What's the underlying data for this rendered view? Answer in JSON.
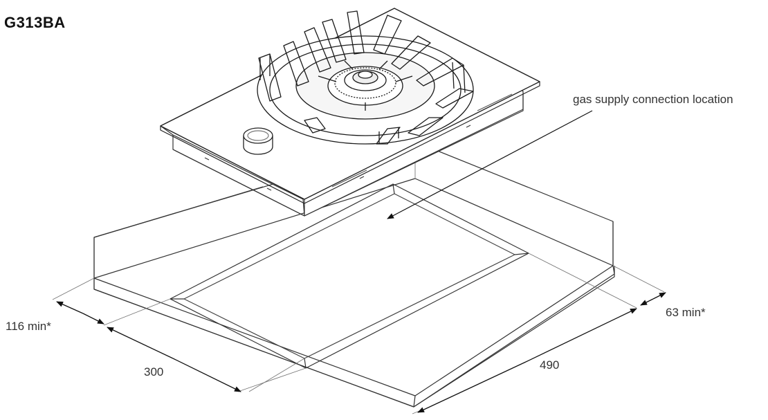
{
  "title": "G313BA",
  "labels": {
    "gas_supply": "gas supply connection location",
    "dim_116": "116 min*",
    "dim_300": "300",
    "dim_490": "490",
    "dim_63": "63 min*"
  }
}
